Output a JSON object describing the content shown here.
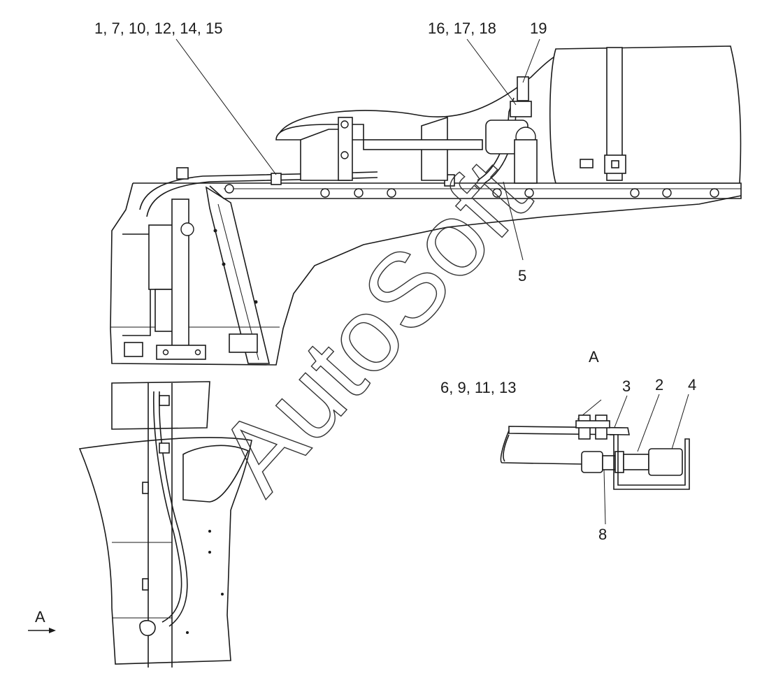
{
  "callouts": {
    "c1": "1, 7, 10, 12, 14, 15",
    "c2": "16, 17, 18",
    "c3": "19",
    "c4": "5",
    "c5": "A",
    "c6": "6, 9, 11, 13",
    "c7": "3",
    "c8": "2",
    "c9": "4",
    "c10": "8",
    "c11": "A"
  },
  "watermark": "AutoSoft",
  "colors": {
    "line": "#1a1a1a",
    "background": "#ffffff"
  }
}
